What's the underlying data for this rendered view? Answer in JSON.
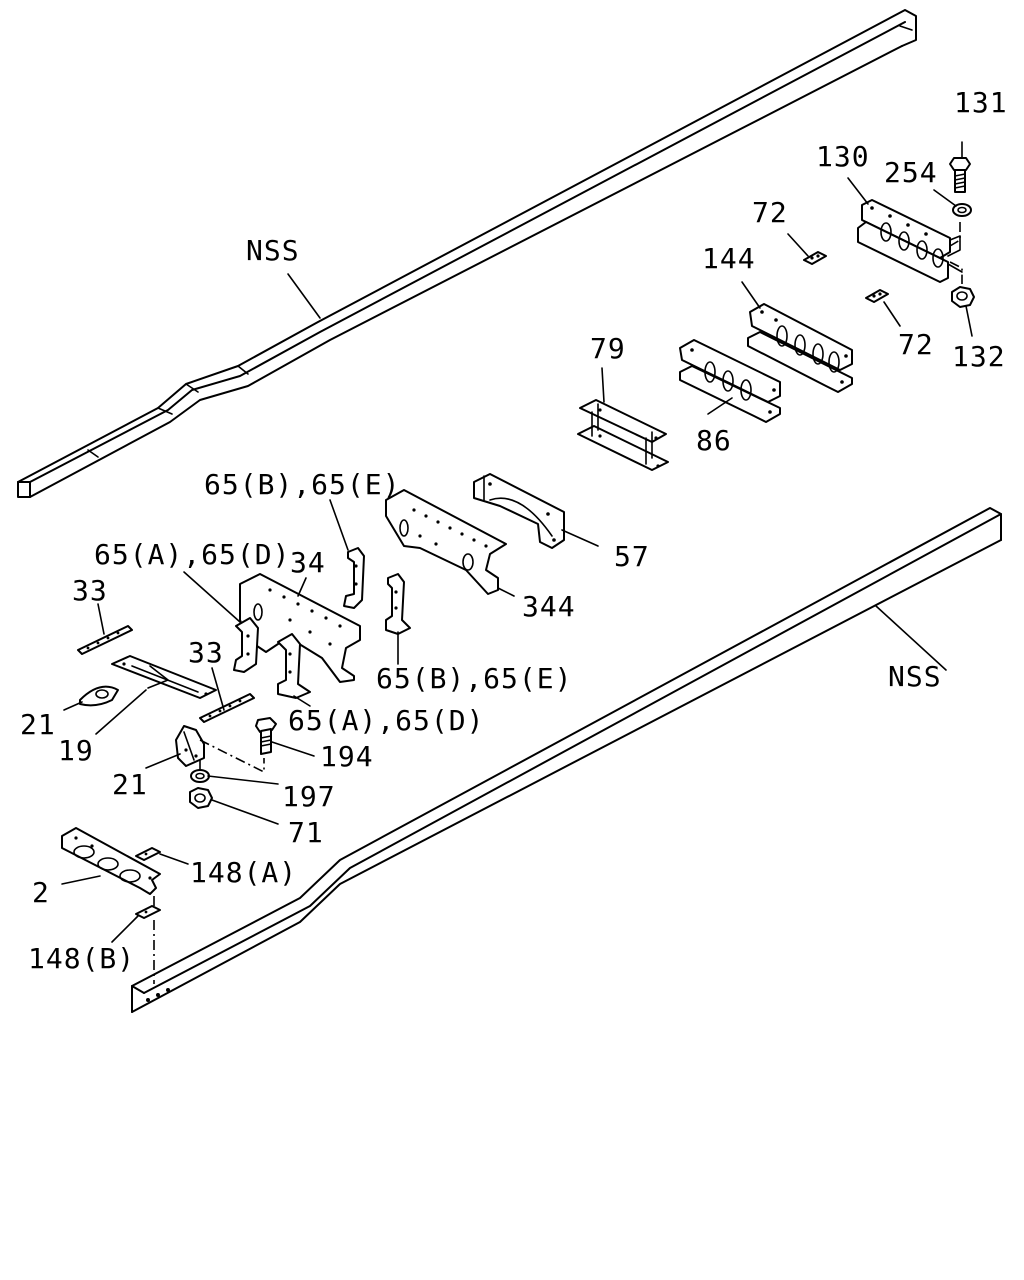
{
  "labels": {
    "nss_top": "NSS",
    "nss_bottom": "NSS",
    "p131": "131",
    "p130": "130",
    "p254": "254",
    "p72_top": "72",
    "p72_bottom": "72",
    "p132": "132",
    "p144": "144",
    "p79": "79",
    "p86": "86",
    "p57": "57",
    "p344": "344",
    "p65be_top": "65(B),65(E)",
    "p65be_mid": "65(B),65(E)",
    "p65ad_top": "65(A),65(D)",
    "p65ad_mid": "65(A),65(D)",
    "p34": "34",
    "p33_left": "33",
    "p33_mid": "33",
    "p21_left": "21",
    "p21_bottom": "21",
    "p19": "19",
    "p194": "194",
    "p197": "197",
    "p71": "71",
    "p148a": "148(A)",
    "p148b": "148(B)",
    "p2": "2"
  }
}
